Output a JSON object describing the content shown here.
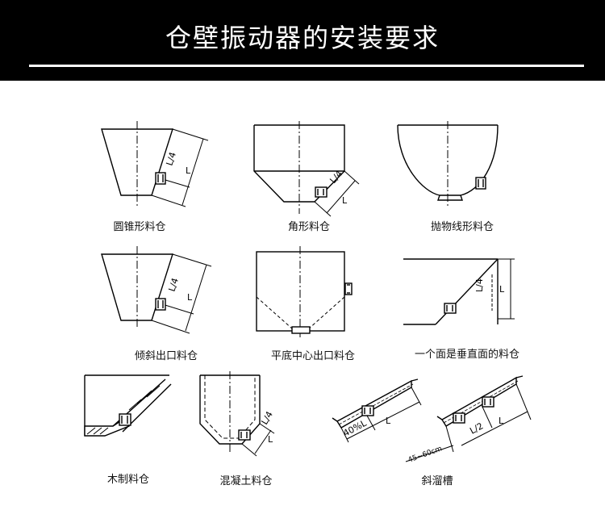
{
  "header": {
    "title": "仓壁振动器的安装要求"
  },
  "dimensions": {
    "quarter": "L/4",
    "length": "L",
    "half": "L/2",
    "percent": "40%L",
    "range": "45~60cm"
  },
  "diagrams": [
    {
      "id": "round-cone",
      "caption": "圆锥形料仓"
    },
    {
      "id": "angular",
      "caption": "角形料仓"
    },
    {
      "id": "parabolic",
      "caption": "抛物线形料仓"
    },
    {
      "id": "inclined-outlet",
      "caption": "倾斜出口料仓"
    },
    {
      "id": "flat-bottom",
      "caption": "平底中心出口料仓"
    },
    {
      "id": "vertical-face",
      "caption": "一个面是垂直面的料仓"
    },
    {
      "id": "wooden",
      "caption": "木制料仓"
    },
    {
      "id": "concrete",
      "caption": "混凝土料仓"
    },
    {
      "id": "chute",
      "caption": "斜溜槽"
    }
  ],
  "colors": {
    "banner": "#000000",
    "banner_text": "#ffffff",
    "line": "#000000"
  }
}
